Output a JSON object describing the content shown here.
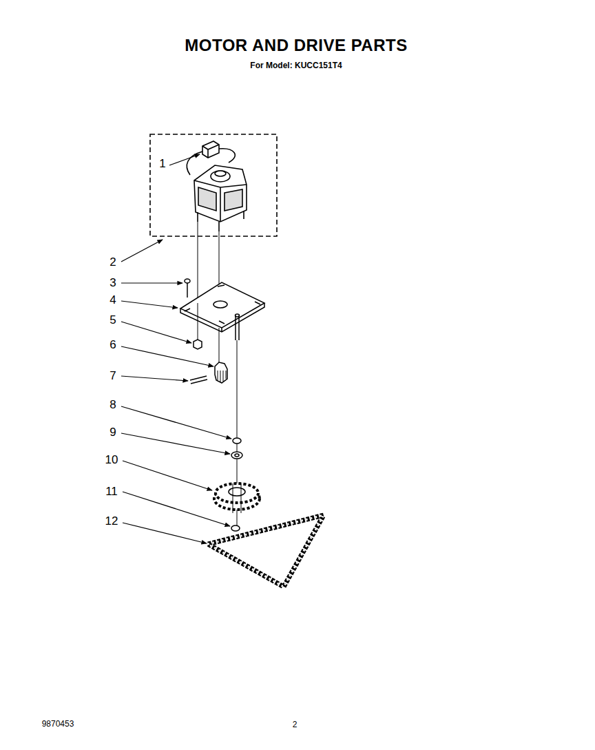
{
  "diagram": {
    "title": "MOTOR AND DRIVE PARTS",
    "labels": [
      "For Model: KUCC151T4",
      "1",
      "2",
      "3",
      "4",
      "5",
      "6",
      "7",
      "8",
      "9",
      "10",
      "11",
      "12",
      "9870453",
      "2"
    ]
  }
}
